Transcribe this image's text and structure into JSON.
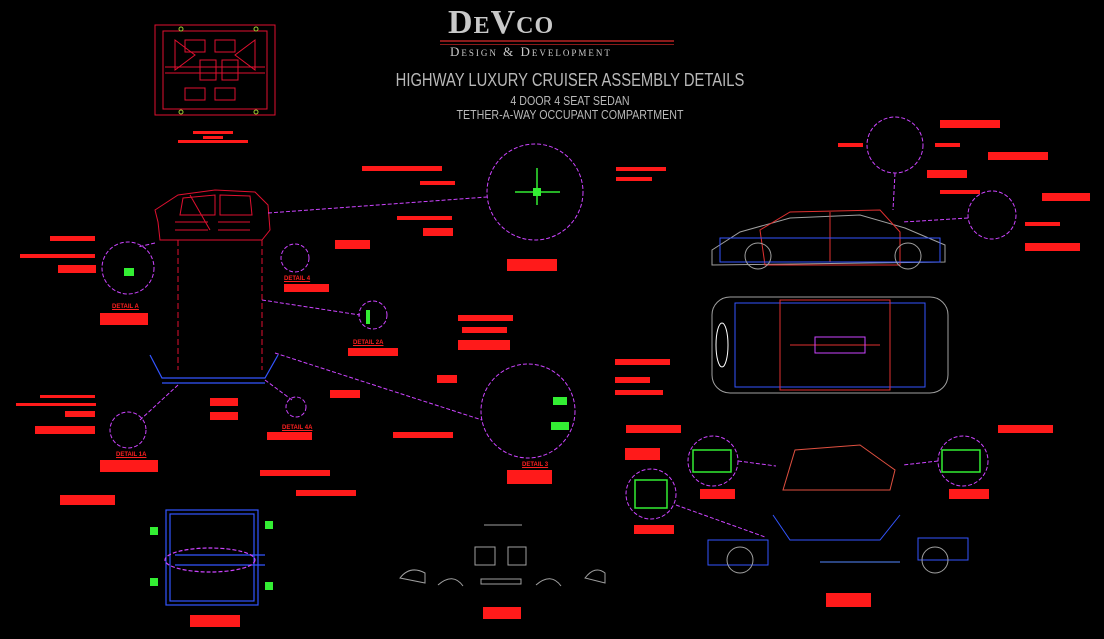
{
  "header": {
    "logo_big_d": "D",
    "logo_e": "E",
    "logo_big_v": "V",
    "logo_co": "CO",
    "logo_subtitle": "Design & Development",
    "title": "HIGHWAY LUXURY CRUISER ASSEMBLY DETAILS",
    "subtitle1": "4 DOOR 4 SEAT SEDAN",
    "subtitle2": "TETHER-A-WAY OCCUPANT COMPARTMENT"
  },
  "details": {
    "detail_a": "DETAIL A",
    "detail_1a": "DETAIL 1A",
    "detail_2a": "DETAIL 2A",
    "detail_4a": "DETAIL 4A",
    "detail_3": "DETAIL 3",
    "detail_misc": "DETAIL 4"
  },
  "colors": {
    "background": "#000000",
    "annotation_red": "#ff1a1a",
    "callout_magenta": "#cc44ff",
    "frame_blue": "#3355ff",
    "component_green": "#33ee33",
    "body_gray": "#a0a0a0",
    "title_gray": "#b8b8b8"
  }
}
